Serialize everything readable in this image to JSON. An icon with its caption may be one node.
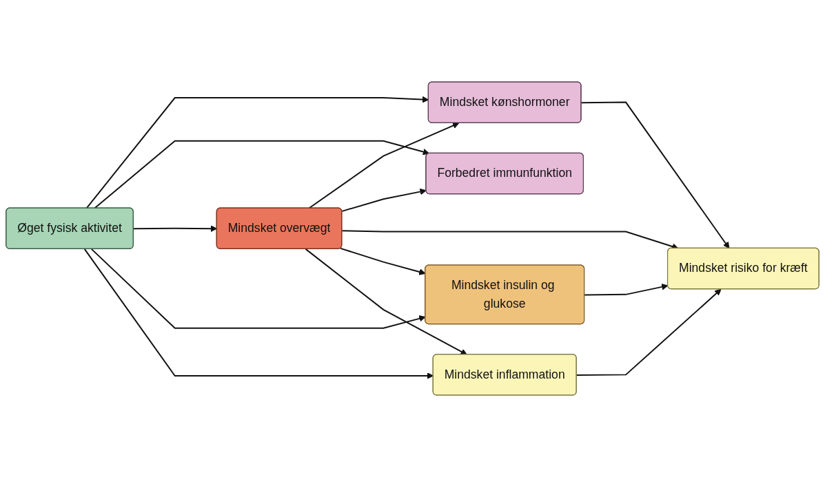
{
  "diagram": {
    "nodes": [
      {
        "text": [
          "Mindsket kønshormoner"
        ]
      },
      {
        "text": [
          "Forbedret immunfunktion"
        ]
      },
      {
        "text": [
          "Øget fysisk aktivitet"
        ]
      },
      {
        "text": [
          "Mindsket overvægt"
        ]
      },
      {
        "text": [
          "Mindsket risiko for kræft"
        ]
      },
      {
        "text": [
          "Mindsket insulin og glukose"
        ]
      },
      {
        "text": [
          "Mindsket inflammation"
        ]
      }
    ],
    "edges": [
      {
        "from": 2,
        "to": 0,
        "arrow": "to"
      },
      {
        "from": 2,
        "to": 1,
        "arrow": "to"
      },
      {
        "from": 2,
        "to": 3,
        "arrow": "to"
      },
      {
        "from": 2,
        "to": 5,
        "arrow": "to"
      },
      {
        "from": 2,
        "to": 6,
        "arrow": "to"
      },
      {
        "from": 3,
        "to": 0,
        "arrow": "to"
      },
      {
        "from": 3,
        "to": 1,
        "arrow": "to"
      },
      {
        "from": 3,
        "to": 4,
        "arrow": "to"
      },
      {
        "from": 3,
        "to": 5,
        "arrow": "to"
      },
      {
        "from": 3,
        "to": 6,
        "arrow": "to"
      },
      {
        "from": 0,
        "to": 4,
        "arrow": "to"
      },
      {
        "from": 5,
        "to": 4,
        "arrow": "to"
      },
      {
        "from": 6,
        "to": 4,
        "arrow": "to"
      }
    ]
  }
}
